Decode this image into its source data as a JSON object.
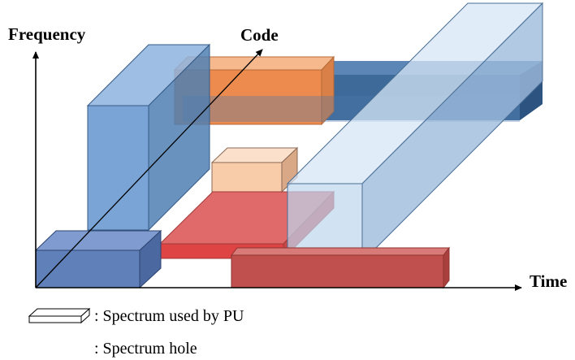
{
  "diagram": {
    "axes": {
      "frequency_label": "Frequency",
      "code_label": "Code",
      "time_label": "Time"
    },
    "legend": [
      {
        "text": ": Spectrum used by PU",
        "symbol": "outlined-box"
      },
      {
        "text": ": Spectrum hole",
        "symbol": "none"
      }
    ],
    "colors": {
      "blue_dark": "#3e6a9a",
      "blue_mid": "#5b87c0",
      "blue_light": "#bdd7ee",
      "orange": "#f39a5f",
      "peach": "#f7c9a8",
      "red": "#e05555",
      "dark_red": "#c0504d"
    }
  }
}
